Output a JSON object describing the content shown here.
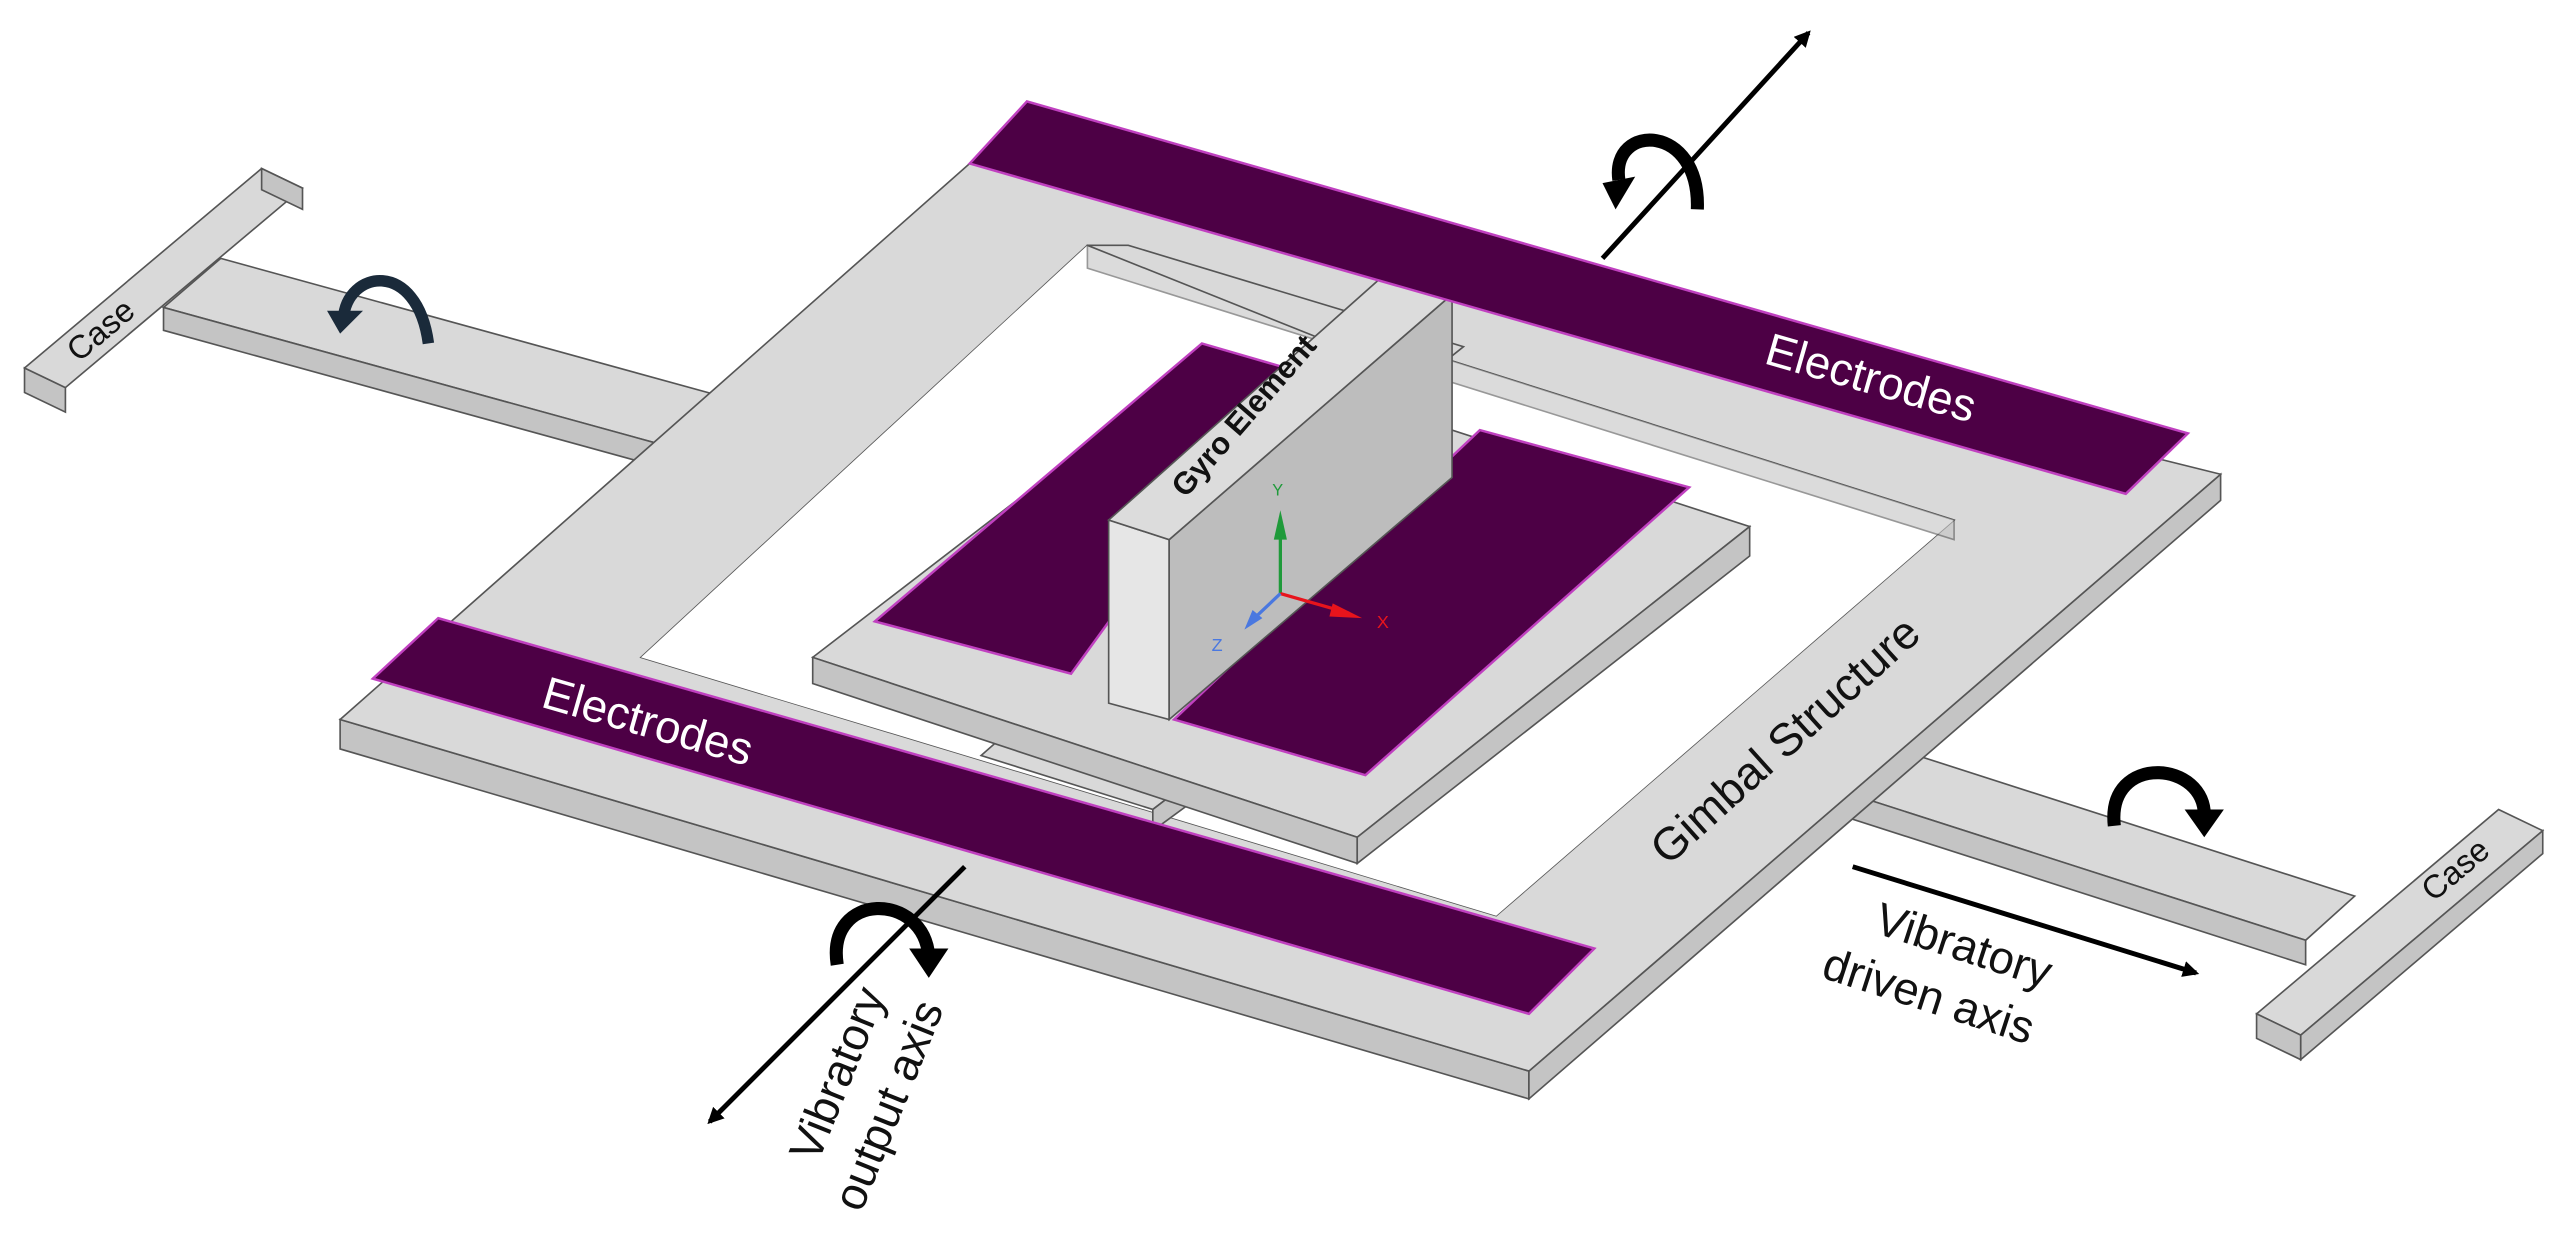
{
  "labels": {
    "case_left": "Case",
    "case_right": "Case",
    "electrodes_top": "Electrodes",
    "electrodes_bottom": "Electrodes",
    "gyro_element": "Gyro Element",
    "gimbal_structure": "Gimbal Structure",
    "output_axis_line1": "Vibratory",
    "output_axis_line2": "output axis",
    "driven_axis_line1": "Vibratory",
    "driven_axis_line2": "driven axis"
  },
  "axes_triad": {
    "x": "X",
    "y": "Y",
    "z": "Z"
  },
  "colors": {
    "electrode": "#4d0045",
    "electrode_edge": "#c040c0",
    "structure": "#d9d9d9",
    "axis_x": "#e8141c",
    "axis_y": "#1f9a3a",
    "axis_z": "#4a78e0",
    "rotation_arrow_dark": "#1a2a3a"
  }
}
